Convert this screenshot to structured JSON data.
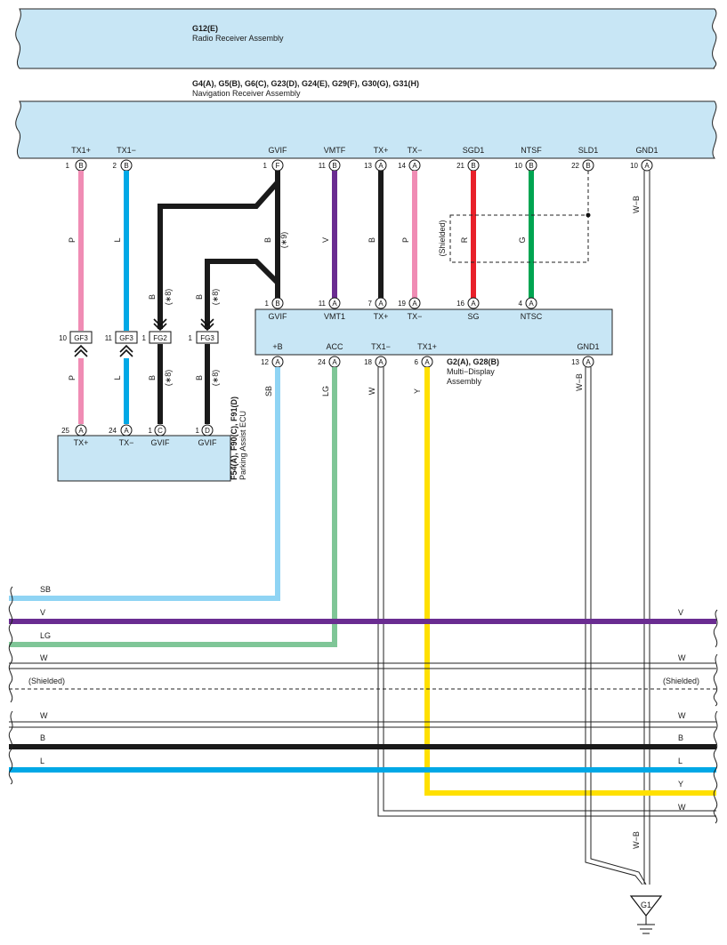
{
  "radio": {
    "code": "G12(E)",
    "name": "Radio Receiver Assembly"
  },
  "nav": {
    "code": "G4(A), G5(B), G6(C), G23(D), G24(E), G29(F), G30(G), G31(H)",
    "name": "Navigation Receiver Assembly",
    "pins": [
      {
        "label": "TX1+",
        "num": "1",
        "conn": "B"
      },
      {
        "label": "TX1−",
        "num": "2",
        "conn": "B"
      },
      {
        "label": "GVIF",
        "num": "1",
        "conn": "F"
      },
      {
        "label": "VMTF",
        "num": "11",
        "conn": "B"
      },
      {
        "label": "TX+",
        "num": "13",
        "conn": "A"
      },
      {
        "label": "TX−",
        "num": "14",
        "conn": "A"
      },
      {
        "label": "SGD1",
        "num": "21",
        "conn": "B"
      },
      {
        "label": "NTSF",
        "num": "10",
        "conn": "B"
      },
      {
        "label": "SLD1",
        "num": "22",
        "conn": "B"
      },
      {
        "label": "GND1",
        "num": "10",
        "conn": "A"
      }
    ]
  },
  "multi_display": {
    "code": "G2(A), G28(B)",
    "name": "Multi−Display Assembly",
    "top_pins": [
      {
        "label": "GVIF",
        "num": "1",
        "conn": "B"
      },
      {
        "label": "VMT1",
        "num": "11",
        "conn": "A"
      },
      {
        "label": "TX+",
        "num": "7",
        "conn": "A"
      },
      {
        "label": "TX−",
        "num": "19",
        "conn": "A"
      },
      {
        "label": "SG",
        "num": "16",
        "conn": "A"
      },
      {
        "label": "NTSC",
        "num": "4",
        "conn": "A"
      }
    ],
    "bottom_pins": [
      {
        "label": "+B",
        "num": "12",
        "conn": "A"
      },
      {
        "label": "ACC",
        "num": "24",
        "conn": "A"
      },
      {
        "label": "TX1−",
        "num": "18",
        "conn": "A"
      },
      {
        "label": "TX1+",
        "num": "6",
        "conn": "A"
      },
      {
        "label": "GND1",
        "num": "13",
        "conn": "A"
      }
    ]
  },
  "parking": {
    "code": "F54(A), F90(C), F91(D)",
    "name": "Parking Assist ECU",
    "pins": [
      {
        "label": "TX+",
        "num": "25",
        "conn": "A"
      },
      {
        "label": "TX−",
        "num": "24",
        "conn": "A"
      },
      {
        "label": "GVIF",
        "num": "1",
        "conn": "C"
      },
      {
        "label": "GVIF",
        "num": "1",
        "conn": "D"
      }
    ]
  },
  "connectors": [
    {
      "pin": "10",
      "name": "GF3"
    },
    {
      "pin": "11",
      "name": "GF3"
    },
    {
      "pin": "1",
      "name": "FG2"
    },
    {
      "pin": "1",
      "name": "FG3"
    }
  ],
  "wire_colors": {
    "p": "P",
    "l": "L",
    "b": "B",
    "v": "V",
    "r": "R",
    "g": "G",
    "sb": "SB",
    "lg": "LG",
    "w": "W",
    "y": "Y",
    "wb": "W−B",
    "shielded": "(Shielded)",
    "note": "(∗8)",
    "note9": "(∗9)"
  },
  "bus_lines": [
    {
      "left": "SB",
      "right": ""
    },
    {
      "left": "V",
      "right": "V"
    },
    {
      "left": "LG",
      "right": ""
    },
    {
      "left": "W",
      "right": "W"
    },
    {
      "left": "(Shielded)",
      "right": "(Shielded)"
    },
    {
      "left": "W",
      "right": "W"
    },
    {
      "left": "B",
      "right": "B"
    },
    {
      "left": "L",
      "right": "L"
    },
    {
      "left": "",
      "right": "Y"
    },
    {
      "left": "",
      "right": "W"
    }
  ],
  "ground": {
    "label": "G1"
  },
  "colors": {
    "box_fill": "#c8e6f5",
    "pink": "#f08cb4",
    "blue": "#00a8e6",
    "black": "#1a1a1a",
    "purple": "#6a2c91",
    "red": "#e8202a",
    "green": "#00a551",
    "lightblue": "#8fd4f4",
    "lightgreen": "#7fc697",
    "yellow": "#ffe000"
  }
}
